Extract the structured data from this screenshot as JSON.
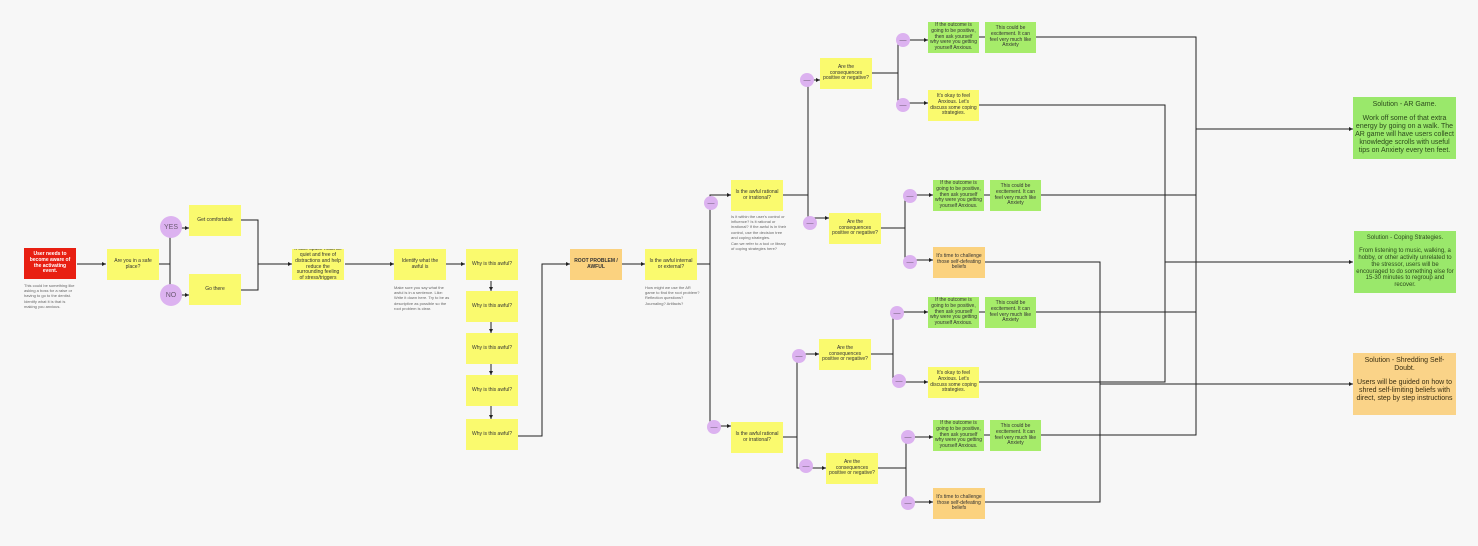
{
  "notes": {
    "user_event": "User needs to become aware of the activating event.",
    "safe_place": "Are you in a safe place?",
    "get_comfortable": "Get comfortable",
    "go_there": "Go there",
    "calm_note": "If safe space must be quiet and free of distractions and help reduce the surrounding feeling of stress/triggers",
    "identify_awful": "Identify what the awful is",
    "why1": "Why is this awful?",
    "why2": "Why is this awful?",
    "why3": "Why is this awful?",
    "why4": "Why is this awful?",
    "why5": "Why is this awful?",
    "root_problem": "ROOT PROBLEM / AWFUL",
    "internal_external": "Is the awful internal or external?",
    "rational_top": "Is the awful rational or irrational?",
    "rational_bottom": "Is the awful rational or irrational?",
    "conseq_1": "Are the consequences positive or negative?",
    "conseq_2": "Are the consequences positive or negative?",
    "conseq_3": "Are the consequences positive or negative?",
    "conseq_4": "Are the consequences positive or negative?",
    "outcome_1": "If the outcome is going to be positive, then ask yourself why were you getting yourself Anxious.",
    "excite_1": "This could be excitement. It can feel very much like Anxiety",
    "okay_1": "It's okay to feel Anxious. Let's discuss some coping strategies.",
    "outcome_2": "If the outcome is going to be positive, then ask yourself why were you getting yourself Anxious.",
    "excite_2": "This could be excitement. It can feel very much like Anxiety",
    "challenge_1": "It's time to challenge those self-defeating beliefs",
    "outcome_3": "If the outcome is going to be positive, then ask yourself why were you getting yourself Anxious.",
    "excite_3": "This could be excitement. It can feel very much like Anxiety",
    "okay_2": "It's okay to feel Anxious. Let's discuss some coping strategies.",
    "outcome_4": "If the outcome is going to be positive, then ask yourself why were you getting yourself Anxious.",
    "excite_4": "This could be excitement. It can feel very much like Anxiety",
    "challenge_2": "It's time to challenge those self-defeating beliefs"
  },
  "solutions": {
    "ar_title": "Solution - AR Game.",
    "ar_body": "Work off some of that extra energy by going on a walk. The AR game will have users collect knowledge scrolls with useful tips on Anxiety every ten feet.",
    "coping_title": "Solution - Coping Strategies.",
    "coping_body": "From listening to music, walking, a hobby, or other activity unrelated to the stressor, users will be encouraged to do something else for 15-30 minutes to regroup and recover.",
    "shred_title": "Solution - Shredding Self-Doubt.",
    "shred_body": "Users will be guided on how to shred self-limiting beliefs with direct, step by step instructions"
  },
  "circles": {
    "yes": "YES",
    "no": "NO",
    "dash": "—"
  },
  "captions": {
    "user_event": "This could be something like asking a boss for a raise or having to go to the dentist. Identify what it is that is making you anxious.",
    "identify_awful": "Make sure you say what the awful is in a sentence. Like: Write it down here. Try to be as descriptive as possible so the root problem is clear.",
    "internal_external": "How might we use the AR game to find the root problem? Reflection questions? Journaling? Artifacts?",
    "rational_top": "Is it within the user's control or influence? Is it rational or irrational? If the awful is in their control, use the decision tree and coping strategies.",
    "rational_extra": "Can we refer to a tool or library of coping strategies here?"
  }
}
